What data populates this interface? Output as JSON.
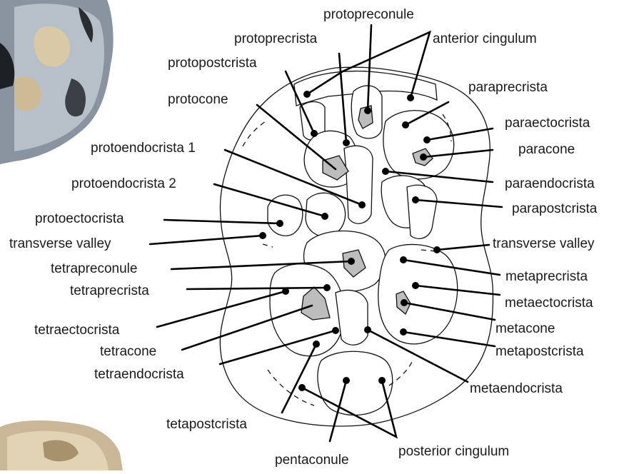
{
  "diagram": {
    "labels": {
      "protopreconule": "protopreconule",
      "anterior_cingulum": "anterior cingulum",
      "protoprecrista": "protoprecrista",
      "protopostcrista": "protopostcrista",
      "paraprecrista": "paraprecrista",
      "protocone": "protocone",
      "paraectocrista": "paraectocrista",
      "paracone": "paracone",
      "protoendocrista_1": "protoendocrista 1",
      "paraendocrista": "paraendocrista",
      "protoendocrista_2": "protoendocrista 2",
      "parapostcrista": "parapostcrista",
      "protoectocrista": "protoectocrista",
      "transverse_valley_left": "transverse valley",
      "transverse_valley_right": "transverse valley",
      "tetrapreconule": "tetrapreconule",
      "metaprecrista": "metaprecrista",
      "tetraprecrista": "tetraprecrista",
      "metaectocrista": "metaectocrista",
      "tetraectocrista": "tetraectocrista",
      "metacone": "metacone",
      "tetracone": "tetracone",
      "metapostcrista": "metapostcrista",
      "tetraendocrista": "tetraendocrista",
      "metaendocrista": "metaendocrista",
      "tetapostcrista": "tetapostcrista",
      "posterior_cingulum": "posterior cingulum",
      "pentaconule": "pentaconule"
    }
  }
}
